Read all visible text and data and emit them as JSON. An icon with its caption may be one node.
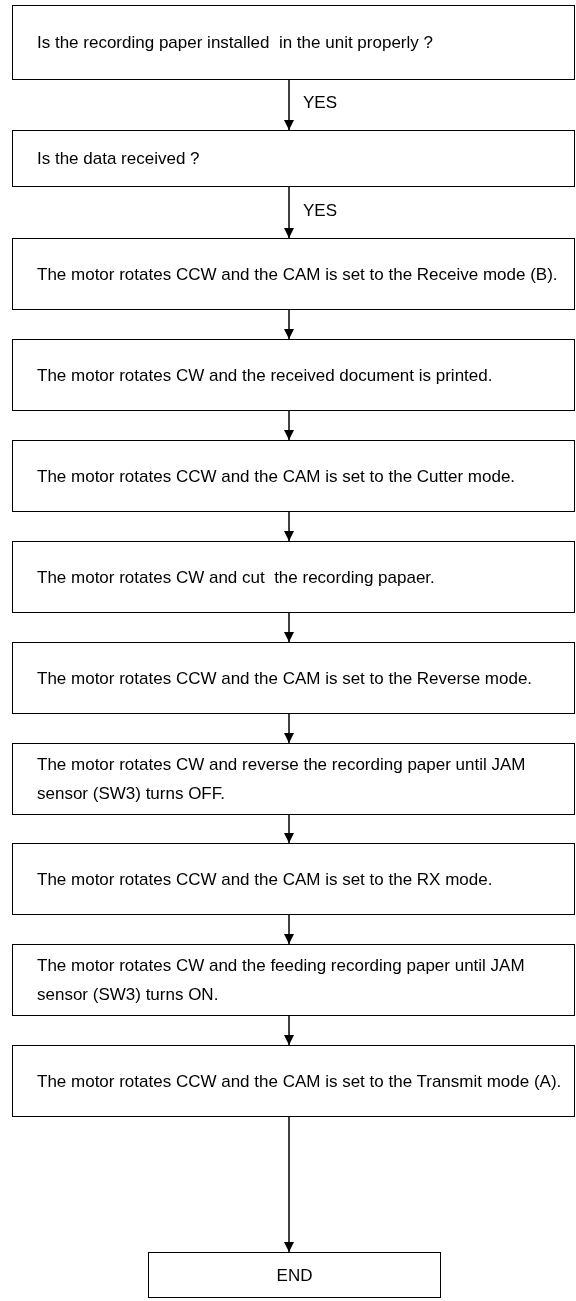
{
  "diagram": {
    "nodes": [
      {
        "text": [
          "Is the recording paper installed  in the unit properly ?"
        ]
      },
      {
        "text": [
          "Is the data received ?"
        ]
      },
      {
        "text": [
          "The motor rotates CCW and the CAM is set to the Receive mode (B)."
        ]
      },
      {
        "text": [
          "The motor rotates CW and the received document is printed."
        ]
      },
      {
        "text": [
          "The motor rotates CCW and the CAM is set to the Cutter mode."
        ]
      },
      {
        "text": [
          "The motor rotates CW and cut  the recording papaer."
        ]
      },
      {
        "text": [
          "The motor rotates CCW and the CAM is set to the Reverse mode."
        ]
      },
      {
        "text": [
          "The motor rotates CW and reverse the recording paper until JAM sensor (SW3) turns OFF."
        ]
      },
      {
        "text": [
          "The motor rotates CCW and the CAM is set to the RX mode."
        ]
      },
      {
        "text": [
          "The motor rotates CW and the feeding recording paper until JAM sensor (SW3) turns ON."
        ]
      },
      {
        "text": [
          "The motor rotates CCW and the CAM is set to the Transmit mode (A)."
        ]
      },
      {
        "text": [
          "END"
        ]
      }
    ],
    "edges": [
      {
        "from": 0,
        "to": 1,
        "arrow": "to",
        "label": "YES"
      },
      {
        "from": 1,
        "to": 2,
        "arrow": "to",
        "label": "YES"
      },
      {
        "from": 2,
        "to": 3,
        "arrow": "to"
      },
      {
        "from": 3,
        "to": 4,
        "arrow": "to"
      },
      {
        "from": 4,
        "to": 5,
        "arrow": "to"
      },
      {
        "from": 5,
        "to": 6,
        "arrow": "to"
      },
      {
        "from": 6,
        "to": 7,
        "arrow": "to"
      },
      {
        "from": 7,
        "to": 8,
        "arrow": "to"
      },
      {
        "from": 8,
        "to": 9,
        "arrow": "to"
      },
      {
        "from": 9,
        "to": 10,
        "arrow": "to"
      },
      {
        "from": 10,
        "to": 11,
        "arrow": "to"
      }
    ]
  }
}
